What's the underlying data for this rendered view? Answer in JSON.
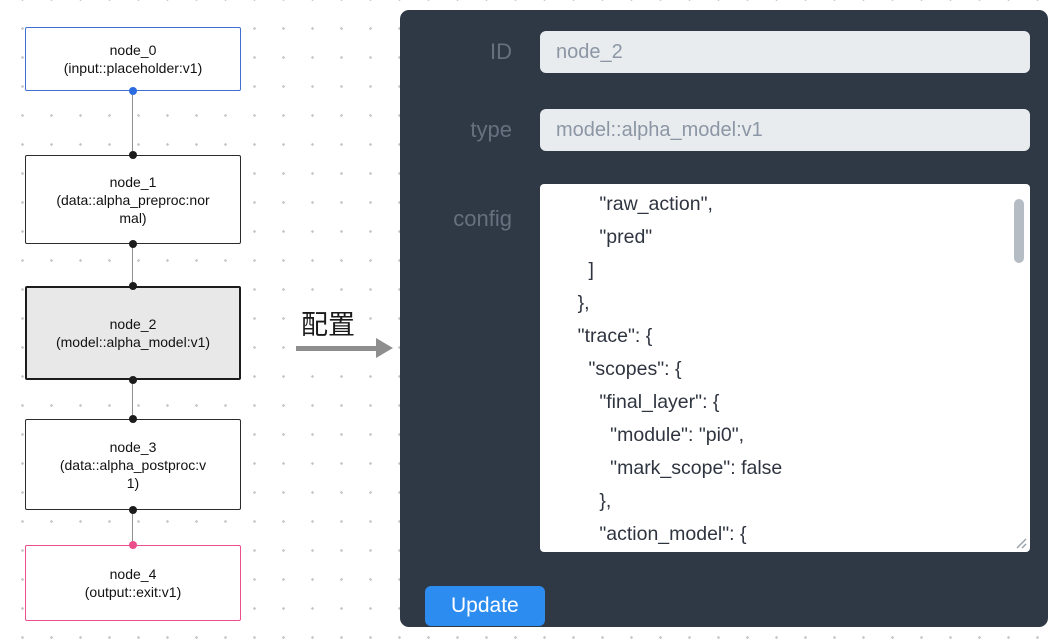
{
  "flowchart": {
    "nodes": [
      {
        "name": "node_0",
        "type": "(input::placeholder:v1)"
      },
      {
        "name": "node_1",
        "type": "(data::alpha_preproc:normal)"
      },
      {
        "name": "node_2",
        "type": "(model::alpha_model:v1)",
        "selected": true
      },
      {
        "name": "node_3",
        "type": "(data::alpha_postproc:v1)"
      },
      {
        "name": "node_4",
        "type": "(output::exit:v1)"
      }
    ]
  },
  "arrow": {
    "label": "配置"
  },
  "panel": {
    "id_label": "ID",
    "id_value": "node_2",
    "type_label": "type",
    "type_value": "model::alpha_model:v1",
    "config_label": "config",
    "config_text": "        \"raw_action\",\n        \"pred\"\n      ]\n    },\n    \"trace\": {\n      \"scopes\": {\n        \"final_layer\": {\n          \"module\": \"pi0\",\n          \"mark_scope\": false\n        },\n        \"action_model\": {",
    "update_label": "Update"
  },
  "colors": {
    "input_node_border": "#3f6fd1",
    "output_node_border": "#ec4d8b",
    "selected_node_bg": "#e8e8e8",
    "port_blue": "#2b6de0",
    "port_pink": "#ec4d8b",
    "panel_bg": "#2f3845",
    "field_bg": "#e8ecef",
    "update_button": "#2d8cf0"
  }
}
